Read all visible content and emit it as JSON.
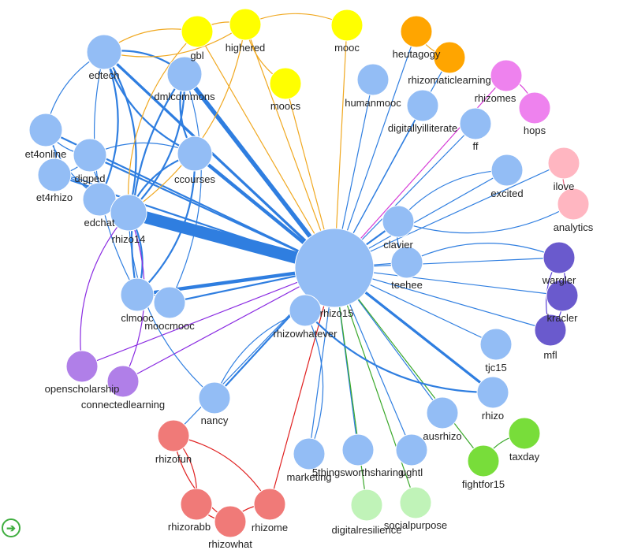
{
  "graph": {
    "hub": "rhizo15",
    "groups": {
      "blue": "#93bdf5",
      "yellow": "#ffff00",
      "orange": "#ffa500",
      "magenta": "#ee82ee",
      "pink": "#ffb6c1",
      "indigo": "#6a5acd",
      "purple": "#b07fe8",
      "red": "#f07a78",
      "green": "#78dd3a",
      "lightgreen": "#c0f3b8"
    },
    "edge_colors": {
      "blue": "#2f7ee0",
      "orange": "#f0a820",
      "magenta": "#d63bd6",
      "pink": "#e86a85",
      "indigo": "#5a3fd6",
      "purple": "#8a2be2",
      "red": "#e02020",
      "green": "#3aa82a"
    },
    "nodes": [
      {
        "id": "rhizo15",
        "label": "rhizo15",
        "group": "blue"
      },
      {
        "id": "edtech",
        "label": "edtech",
        "group": "blue"
      },
      {
        "id": "gbl",
        "label": "gbl",
        "group": "yellow"
      },
      {
        "id": "highered",
        "label": "highered",
        "group": "yellow"
      },
      {
        "id": "mooc",
        "label": "mooc",
        "group": "yellow"
      },
      {
        "id": "moocs",
        "label": "moocs",
        "group": "yellow"
      },
      {
        "id": "heutagogy",
        "label": "heutagogy",
        "group": "orange"
      },
      {
        "id": "rhizomaticlearning",
        "label": "rhizomaticlearning",
        "group": "orange"
      },
      {
        "id": "rhizomes",
        "label": "rhizomes",
        "group": "magenta"
      },
      {
        "id": "hops",
        "label": "hops",
        "group": "magenta"
      },
      {
        "id": "dmlcommons",
        "label": "dmlcommons",
        "group": "blue"
      },
      {
        "id": "humanmooc",
        "label": "humanmooc",
        "group": "blue"
      },
      {
        "id": "digitallyilliterate",
        "label": "digitallyilliterate",
        "group": "blue"
      },
      {
        "id": "ff",
        "label": "ff",
        "group": "blue"
      },
      {
        "id": "et4online",
        "label": "et4online",
        "group": "blue"
      },
      {
        "id": "digped",
        "label": "digped",
        "group": "blue"
      },
      {
        "id": "et4rhizo",
        "label": "et4rhizo",
        "group": "blue"
      },
      {
        "id": "ccourses",
        "label": "ccourses",
        "group": "blue"
      },
      {
        "id": "excited",
        "label": "excited",
        "group": "blue"
      },
      {
        "id": "ilove",
        "label": "ilove",
        "group": "pink"
      },
      {
        "id": "analytics",
        "label": "analytics",
        "group": "pink"
      },
      {
        "id": "edchat",
        "label": "edchat",
        "group": "blue"
      },
      {
        "id": "rhizo14",
        "label": "rhizo14",
        "group": "blue"
      },
      {
        "id": "clavier",
        "label": "clavier",
        "group": "blue"
      },
      {
        "id": "teehee",
        "label": "teehee",
        "group": "blue"
      },
      {
        "id": "wargler",
        "label": "wargler",
        "group": "indigo"
      },
      {
        "id": "kracler",
        "label": "kracler",
        "group": "indigo"
      },
      {
        "id": "mfl",
        "label": "mfl",
        "group": "indigo"
      },
      {
        "id": "clmooc",
        "label": "clmooc",
        "group": "blue"
      },
      {
        "id": "moocmooc",
        "label": "moocmooc",
        "group": "blue"
      },
      {
        "id": "rhizowhatever",
        "label": "rhizowhatever",
        "group": "blue"
      },
      {
        "id": "tjc15",
        "label": "tjc15",
        "group": "blue"
      },
      {
        "id": "openscholarship",
        "label": "openscholarship",
        "group": "purple"
      },
      {
        "id": "connectedlearning",
        "label": "connectedlearning",
        "group": "purple"
      },
      {
        "id": "nancy",
        "label": "nancy",
        "group": "blue"
      },
      {
        "id": "rhizo",
        "label": "rhizo",
        "group": "blue"
      },
      {
        "id": "ausrhizo",
        "label": "ausrhizo",
        "group": "blue"
      },
      {
        "id": "taxday",
        "label": "taxday",
        "group": "green"
      },
      {
        "id": "fightfor15",
        "label": "fightfor15",
        "group": "green"
      },
      {
        "id": "rhizofun",
        "label": "rhizofun",
        "group": "red"
      },
      {
        "id": "marketing",
        "label": "marketing",
        "group": "blue"
      },
      {
        "id": "5thingsworthsharing",
        "label": "5thingsworthsharing",
        "group": "blue"
      },
      {
        "id": "ughtl",
        "label": "ughtl",
        "group": "blue"
      },
      {
        "id": "digitalresilience",
        "label": "digitalresilience",
        "group": "lightgreen"
      },
      {
        "id": "socialpurpose",
        "label": "socialpurpose",
        "group": "lightgreen"
      },
      {
        "id": "rhizorabbit",
        "label": "rhizorabb",
        "group": "red"
      },
      {
        "id": "rhizowhat",
        "label": "rhizowhat",
        "group": "red"
      },
      {
        "id": "rhizome",
        "label": "rhizome",
        "group": "red"
      }
    ],
    "edges": [
      {
        "source": "rhizo15",
        "target": "edtech",
        "color": "blue",
        "weight": 3
      },
      {
        "source": "rhizo15",
        "target": "gbl",
        "color": "orange",
        "weight": 1
      },
      {
        "source": "rhizo15",
        "target": "highered",
        "color": "orange",
        "weight": 1
      },
      {
        "source": "rhizo15",
        "target": "mooc",
        "color": "orange",
        "weight": 1
      },
      {
        "source": "rhizo15",
        "target": "moocs",
        "color": "orange",
        "weight": 1
      },
      {
        "source": "rhizo15",
        "target": "heutagogy",
        "color": "blue",
        "weight": 1
      },
      {
        "source": "rhizo15",
        "target": "rhizomaticlearning",
        "color": "blue",
        "weight": 1
      },
      {
        "source": "rhizo15",
        "target": "rhizomes",
        "color": "magenta",
        "weight": 1
      },
      {
        "source": "rhizo15",
        "target": "dmlcommons",
        "color": "blue",
        "weight": 5
      },
      {
        "source": "rhizo15",
        "target": "humanmooc",
        "color": "blue",
        "weight": 1
      },
      {
        "source": "rhizo15",
        "target": "digitallyilliterate",
        "color": "blue",
        "weight": 1
      },
      {
        "source": "rhizo15",
        "target": "ff",
        "color": "blue",
        "weight": 1
      },
      {
        "source": "rhizo15",
        "target": "et4online",
        "color": "blue",
        "weight": 2
      },
      {
        "source": "rhizo15",
        "target": "digped",
        "color": "blue",
        "weight": 2
      },
      {
        "source": "rhizo15",
        "target": "et4rhizo",
        "color": "blue",
        "weight": 2
      },
      {
        "source": "rhizo15",
        "target": "ccourses",
        "color": "blue",
        "weight": 4
      },
      {
        "source": "rhizo15",
        "target": "excited",
        "color": "blue",
        "weight": 1
      },
      {
        "source": "rhizo15",
        "target": "ilove",
        "color": "blue",
        "weight": 1
      },
      {
        "source": "rhizo15",
        "target": "edchat",
        "color": "blue",
        "weight": 2
      },
      {
        "source": "rhizo15",
        "target": "rhizo14",
        "color": "blue",
        "weight": 14
      },
      {
        "source": "rhizo15",
        "target": "clavier",
        "color": "blue",
        "weight": 2
      },
      {
        "source": "rhizo15",
        "target": "teehee",
        "color": "blue",
        "weight": 1
      },
      {
        "source": "rhizo15",
        "target": "wargler",
        "color": "blue",
        "weight": 1
      },
      {
        "source": "rhizo15",
        "target": "kracler",
        "color": "blue",
        "weight": 1
      },
      {
        "source": "rhizo15",
        "target": "mfl",
        "color": "blue",
        "weight": 1
      },
      {
        "source": "rhizo15",
        "target": "clmooc",
        "color": "blue",
        "weight": 4
      },
      {
        "source": "rhizo15",
        "target": "moocmooc",
        "color": "blue",
        "weight": 2
      },
      {
        "source": "rhizo15",
        "target": "rhizowhatever",
        "color": "blue",
        "weight": 1
      },
      {
        "source": "rhizo15",
        "target": "tjc15",
        "color": "blue",
        "weight": 1
      },
      {
        "source": "rhizo15",
        "target": "openscholarship",
        "color": "purple",
        "weight": 1
      },
      {
        "source": "rhizo15",
        "target": "connectedlearning",
        "color": "purple",
        "weight": 1
      },
      {
        "source": "rhizo15",
        "target": "nancy",
        "color": "blue",
        "weight": 2
      },
      {
        "source": "rhizo15",
        "target": "rhizo",
        "color": "blue",
        "weight": 3
      },
      {
        "source": "rhizo15",
        "target": "ausrhizo",
        "color": "blue",
        "weight": 1
      },
      {
        "source": "rhizo15",
        "target": "fightfor15",
        "color": "green",
        "weight": 1
      },
      {
        "source": "rhizo15",
        "target": "rhizofun",
        "color": "blue",
        "weight": 1
      },
      {
        "source": "rhizo15",
        "target": "marketing",
        "color": "blue",
        "weight": 1
      },
      {
        "source": "rhizo15",
        "target": "5thingsworthsharing",
        "color": "blue",
        "weight": 1
      },
      {
        "source": "rhizo15",
        "target": "ughtl",
        "color": "blue",
        "weight": 1
      },
      {
        "source": "rhizo15",
        "target": "digitalresilience",
        "color": "green",
        "weight": 1
      },
      {
        "source": "rhizo15",
        "target": "socialpurpose",
        "color": "green",
        "weight": 1
      },
      {
        "source": "rhizo15",
        "target": "rhizome",
        "color": "red",
        "weight": 1
      },
      {
        "source": "edtech",
        "target": "dmlcommons",
        "color": "blue",
        "weight": 2
      },
      {
        "source": "edtech",
        "target": "ccourses",
        "color": "blue",
        "weight": 2
      },
      {
        "source": "edtech",
        "target": "rhizo14",
        "color": "blue",
        "weight": 2
      },
      {
        "source": "edtech",
        "target": "et4online",
        "color": "blue",
        "weight": 1
      },
      {
        "source": "edtech",
        "target": "edchat",
        "color": "blue",
        "weight": 2
      },
      {
        "source": "edtech",
        "target": "highered",
        "color": "orange",
        "weight": 1
      },
      {
        "source": "edtech",
        "target": "gbl",
        "color": "orange",
        "weight": 1
      },
      {
        "source": "edtech",
        "target": "clmooc",
        "color": "blue",
        "weight": 1
      },
      {
        "source": "gbl",
        "target": "highered",
        "color": "orange",
        "weight": 1
      },
      {
        "source": "gbl",
        "target": "rhizo14",
        "color": "orange",
        "weight": 1
      },
      {
        "source": "highered",
        "target": "mooc",
        "color": "orange",
        "weight": 1
      },
      {
        "source": "highered",
        "target": "moocs",
        "color": "orange",
        "weight": 1
      },
      {
        "source": "highered",
        "target": "rhizo14",
        "color": "orange",
        "weight": 1
      },
      {
        "source": "heutagogy",
        "target": "rhizomaticlearning",
        "color": "orange",
        "weight": 1
      },
      {
        "source": "rhizomes",
        "target": "hops",
        "color": "magenta",
        "weight": 1
      },
      {
        "source": "ilove",
        "target": "analytics",
        "color": "pink",
        "weight": 1
      },
      {
        "source": "wargler",
        "target": "kracler",
        "color": "indigo",
        "weight": 1
      },
      {
        "source": "wargler",
        "target": "mfl",
        "color": "indigo",
        "weight": 1
      },
      {
        "source": "kracler",
        "target": "mfl",
        "color": "indigo",
        "weight": 1
      },
      {
        "source": "taxday",
        "target": "fightfor15",
        "color": "green",
        "weight": 1
      },
      {
        "source": "rhizofun",
        "target": "rhizorabbit",
        "color": "red",
        "weight": 1
      },
      {
        "source": "rhizofun",
        "target": "rhizowhat",
        "color": "red",
        "weight": 1
      },
      {
        "source": "rhizofun",
        "target": "rhizome",
        "color": "red",
        "weight": 1
      },
      {
        "source": "rhizorabbit",
        "target": "rhizowhat",
        "color": "red",
        "weight": 1
      },
      {
        "source": "rhizowhat",
        "target": "rhizome",
        "color": "red",
        "weight": 1
      },
      {
        "source": "dmlcommons",
        "target": "ccourses",
        "color": "blue",
        "weight": 2
      },
      {
        "source": "dmlcommons",
        "target": "rhizo14",
        "color": "blue",
        "weight": 2
      },
      {
        "source": "dmlcommons",
        "target": "clmooc",
        "color": "blue",
        "weight": 2
      },
      {
        "source": "dmlcommons",
        "target": "moocmooc",
        "color": "blue",
        "weight": 1
      },
      {
        "source": "ccourses",
        "target": "rhizo14",
        "color": "blue",
        "weight": 2
      },
      {
        "source": "ccourses",
        "target": "clmooc",
        "color": "blue",
        "weight": 2
      },
      {
        "source": "ccourses",
        "target": "digped",
        "color": "blue",
        "weight": 1
      },
      {
        "source": "rhizo14",
        "target": "et4online",
        "color": "blue",
        "weight": 1
      },
      {
        "source": "rhizo14",
        "target": "et4rhizo",
        "color": "blue",
        "weight": 1
      },
      {
        "source": "rhizo14",
        "target": "digped",
        "color": "blue",
        "weight": 1
      },
      {
        "source": "rhizo14",
        "target": "edchat",
        "color": "blue",
        "weight": 2
      },
      {
        "source": "rhizo14",
        "target": "clmooc",
        "color": "blue",
        "weight": 2
      },
      {
        "source": "rhizo14",
        "target": "openscholarship",
        "color": "purple",
        "weight": 1
      },
      {
        "source": "rhizo14",
        "target": "connectedlearning",
        "color": "purple",
        "weight": 1
      },
      {
        "source": "rhizo14",
        "target": "nancy",
        "color": "blue",
        "weight": 1
      },
      {
        "source": "et4online",
        "target": "et4rhizo",
        "color": "blue",
        "weight": 1
      },
      {
        "source": "et4online",
        "target": "digped",
        "color": "blue",
        "weight": 1
      },
      {
        "source": "et4rhizo",
        "target": "edchat",
        "color": "blue",
        "weight": 1
      },
      {
        "source": "et4rhizo",
        "target": "digped",
        "color": "blue",
        "weight": 1
      },
      {
        "source": "clmooc",
        "target": "moocmooc",
        "color": "blue",
        "weight": 1
      },
      {
        "source": "clavier",
        "target": "teehee",
        "color": "blue",
        "weight": 1
      },
      {
        "source": "clavier",
        "target": "excited",
        "color": "blue",
        "weight": 1
      },
      {
        "source": "clavier",
        "target": "analytics",
        "color": "blue",
        "weight": 1
      },
      {
        "source": "teehee",
        "target": "wargler",
        "color": "blue",
        "weight": 1
      },
      {
        "source": "rhizowhatever",
        "target": "rhizo",
        "color": "blue",
        "weight": 2
      },
      {
        "source": "rhizowhatever",
        "target": "marketing",
        "color": "blue",
        "weight": 1
      },
      {
        "source": "rhizowhatever",
        "target": "nancy",
        "color": "blue",
        "weight": 1
      }
    ]
  }
}
